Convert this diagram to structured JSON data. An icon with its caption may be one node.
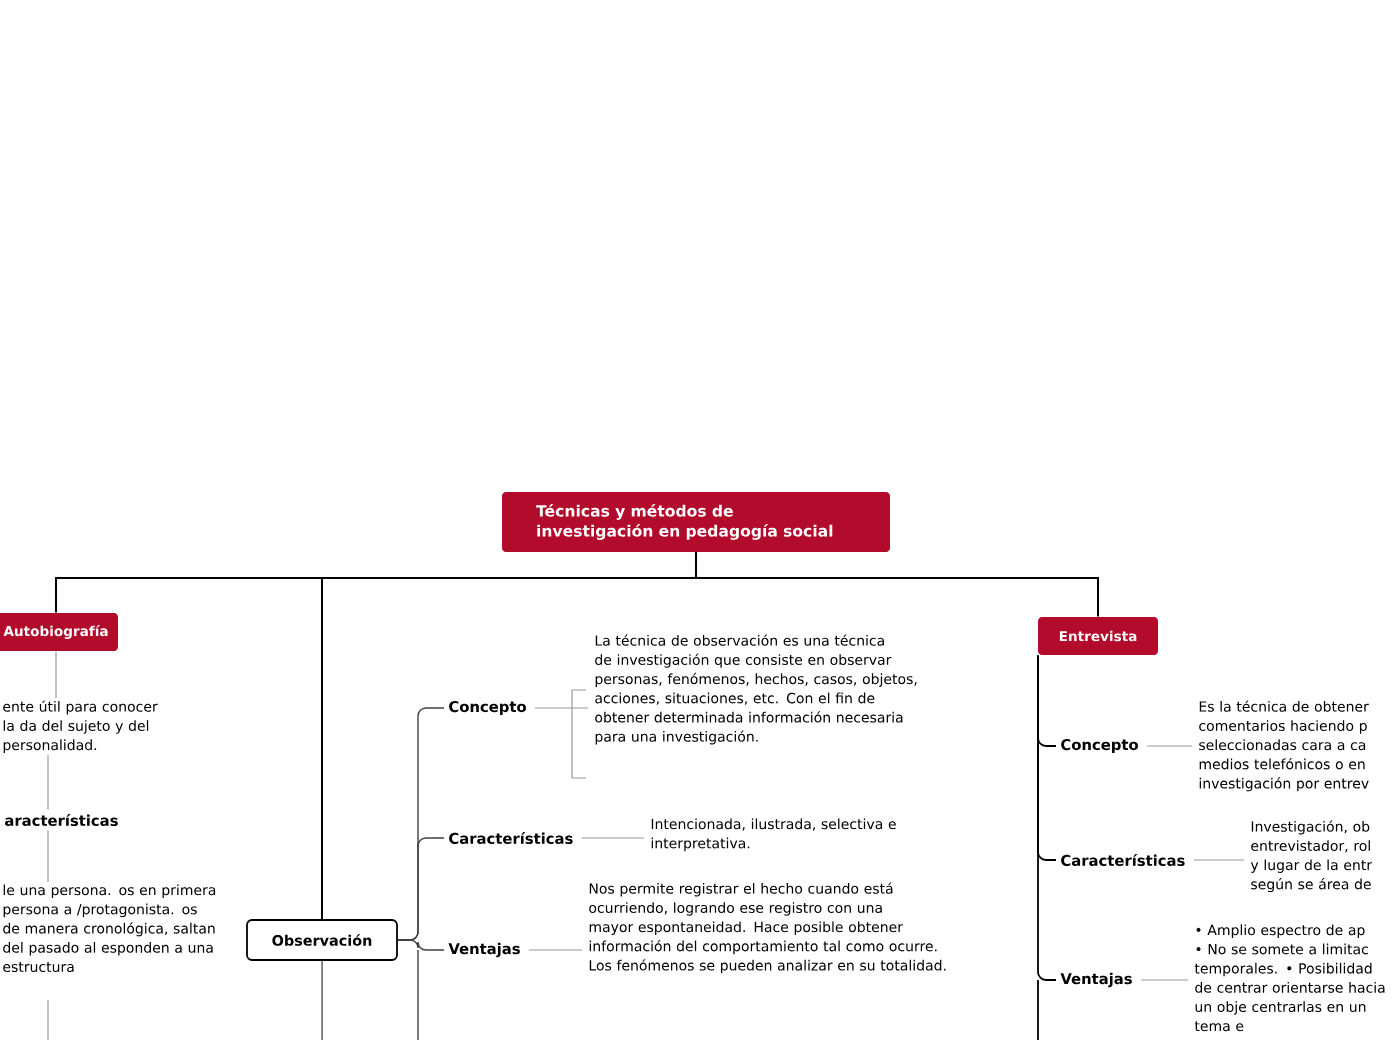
{
  "diagram": {
    "nodes": [
      {
        "text": [
          "Técnicas y métodos de investigación en pedagogía social"
        ]
      },
      {
        "text": [
          "Autobiografía"
        ]
      },
      {
        "text": [
          "ente útil para conocer la da del sujeto y del personalidad."
        ]
      },
      {
        "text": [
          "aracterísticas"
        ]
      },
      {
        "text": [
          "le una persona. os en primera persona a /protagonista. os de manera cronológica, saltan del pasado al esponden a una estructura"
        ]
      },
      {
        "text": [
          "Observación"
        ]
      },
      {
        "text": [
          "Concepto"
        ]
      },
      {
        "text": [
          "La técnica de observación es una técnica de investigación que consiste en observar personas, fenómenos, hechos, casos, objetos, acciones, situaciones, etc. Con el fin de obtener determinada información necesaria para una investigación."
        ]
      },
      {
        "text": [
          "Características"
        ]
      },
      {
        "text": [
          "Intencionada, ilustrada, selectiva e interpretativa."
        ]
      },
      {
        "text": [
          "Ventajas"
        ]
      },
      {
        "text": [
          "Nos permite registrar el hecho cuando está ocurriendo, logrando ese registro con una mayor espontaneidad. Hace posible obtener información del comportamiento tal como ocurre. Los fenómenos se pueden analizar en su totalidad."
        ]
      },
      {
        "text": [
          "Entrevista"
        ]
      },
      {
        "text": [
          "Concepto"
        ]
      },
      {
        "text": [
          "Es la técnica de obtener comentarios haciendo p seleccionadas cara a ca medios telefónicos o en investigación por entrev"
        ]
      },
      {
        "text": [
          "Características"
        ]
      },
      {
        "text": [
          "Investigación, ob entrevistador, rol y lugar de la entr según se área de"
        ]
      },
      {
        "text": [
          "Ventajas"
        ]
      },
      {
        "text": [
          "• Amplio espectro de ap • No se somete a limitac temporales. • Posibilidad de centrar orientarse hacia un obje centrarlas en un tema e"
        ]
      }
    ],
    "edges": [
      {
        "from": 0,
        "to": 1,
        "arrow": "none",
        "color": "#000000"
      },
      {
        "from": 0,
        "to": 5,
        "arrow": "none",
        "color": "#000000"
      },
      {
        "from": 0,
        "to": 12,
        "arrow": "none",
        "color": "#000000"
      },
      {
        "from": 1,
        "to": 2,
        "arrow": "none"
      },
      {
        "from": 2,
        "to": 3,
        "arrow": "none"
      },
      {
        "from": 3,
        "to": 4,
        "arrow": "none"
      },
      {
        "from": 5,
        "to": 6,
        "arrow": "none"
      },
      {
        "from": 5,
        "to": 8,
        "arrow": "none"
      },
      {
        "from": 5,
        "to": 10,
        "arrow": "none"
      },
      {
        "from": 6,
        "to": 7,
        "arrow": "none"
      },
      {
        "from": 8,
        "to": 9,
        "arrow": "none"
      },
      {
        "from": 10,
        "to": 11,
        "arrow": "none"
      },
      {
        "from": 12,
        "to": 13,
        "arrow": "none",
        "color": "#000000"
      },
      {
        "from": 12,
        "to": 15,
        "arrow": "none",
        "color": "#000000"
      },
      {
        "from": 12,
        "to": 17,
        "arrow": "none",
        "color": "#000000"
      },
      {
        "from": 13,
        "to": 14,
        "arrow": "none"
      },
      {
        "from": 15,
        "to": 16,
        "arrow": "none"
      },
      {
        "from": 17,
        "to": 18,
        "arrow": "none"
      }
    ]
  }
}
